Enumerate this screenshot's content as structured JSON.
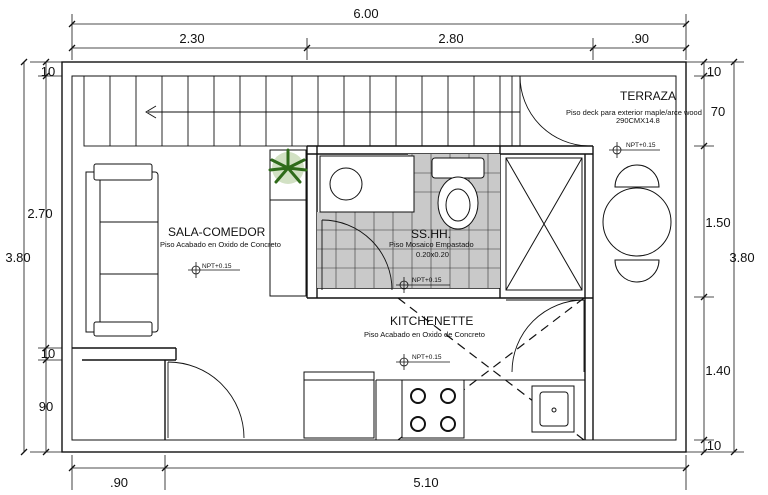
{
  "dimensions": {
    "overall_width": "6.00",
    "top_left": "2.30",
    "top_middle": "2.80",
    "top_right": ".90",
    "bottom_left": ".90",
    "bottom_right": "5.10",
    "left_overall": "3.80",
    "left_upper": "2.70",
    "left_mid": "10",
    "left_lower": "90",
    "left_top_wall": "10",
    "right_overall": "3.80",
    "right_top_wall": "10",
    "right_upper": "70",
    "right_mid": "1.50",
    "right_lower": "1.40",
    "right_bottom_wall": "10"
  },
  "rooms": {
    "terraza": {
      "name": "TERRAZA",
      "finish": "Piso deck para exterior maple/arce wood",
      "size": "290CMX14.8",
      "level": "NPT+0.15"
    },
    "sala": {
      "name": "SALA-COMEDOR",
      "finish": "Piso Acabado en Oxido de Concreto",
      "level": "NPT+0.15"
    },
    "ssh": {
      "name": "SS.HH.",
      "finish": "Piso Mosaico Empastado",
      "size": "0.20x0.20",
      "level": "NPT+0.15"
    },
    "kitchenette": {
      "name": "KITCHENETTE",
      "finish": "Piso Acabado en Oxido de Concreto",
      "level": "NPT+0.15"
    }
  }
}
